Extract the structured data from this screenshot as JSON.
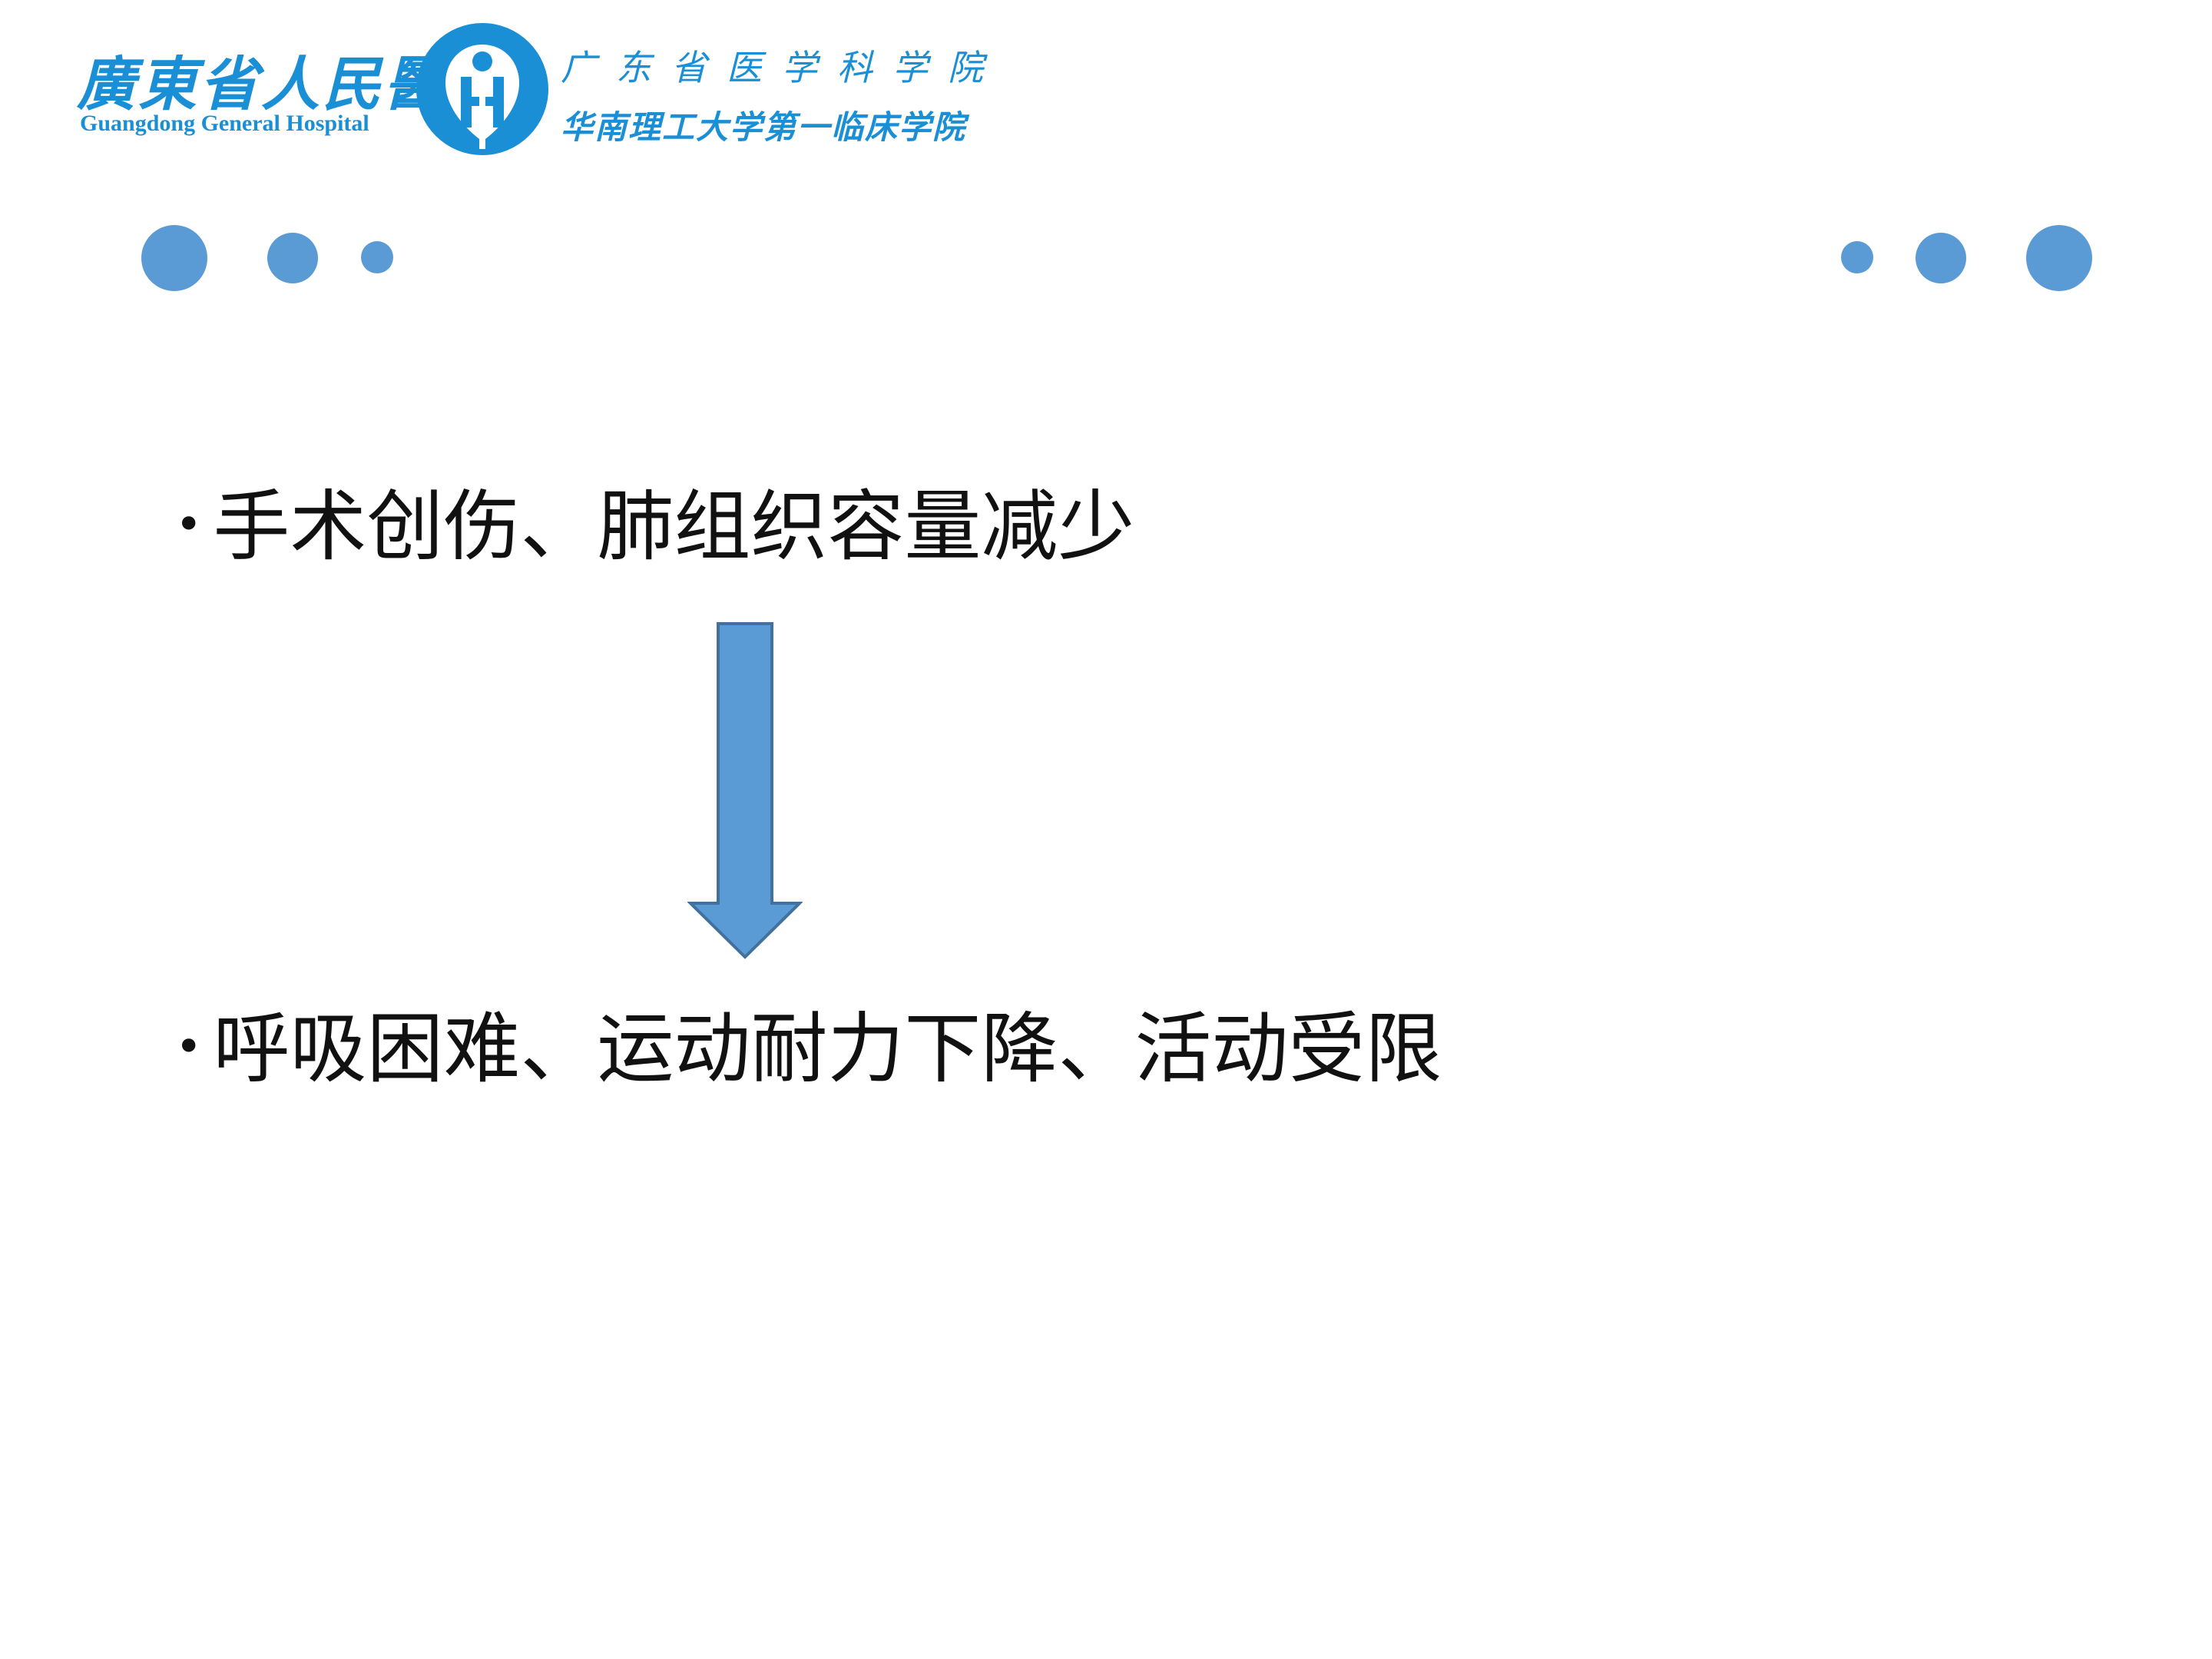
{
  "header": {
    "hospital_name_cn": "廣東省人民醫院",
    "hospital_name_en": "Guangdong General Hospital",
    "academy_cn": "广东省医学科学院",
    "university_cn": "华南理工大学第一临床学院",
    "logo_icon": "hospital-logo-icon",
    "brand_color": "#1a8fd6"
  },
  "decor": {
    "dot_color": "#5b9bd5"
  },
  "content": {
    "bullet_mark": "•",
    "item_1": "手术创伤、肺组织容量减少",
    "item_2": "呼吸困难、运动耐力下降、活动受限",
    "arrow_icon": "down-arrow-icon",
    "arrow_fill": "#5b9bd5",
    "arrow_stroke": "#41719c"
  }
}
